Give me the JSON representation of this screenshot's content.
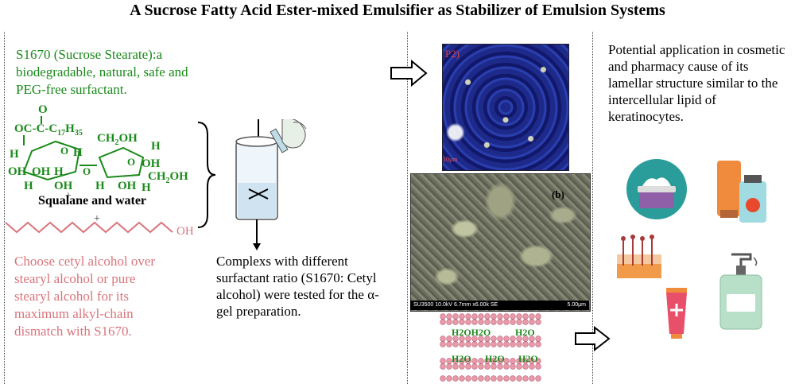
{
  "title": "A Sucrose Fatty Acid Ester-mixed Emulsifier as Stabilizer of Emulsion Systems",
  "left_panel": {
    "s1670_text": "S1670 (Sucrose Stearate):a biodegradable, natural, safe and PEG-free surfactant.",
    "structure": {
      "ester_group": "OC-C-C17H35",
      "carbonyl_o": "O",
      "labels": [
        "H",
        "OH",
        "OH",
        "H",
        "O",
        "CH2OH",
        "H",
        "OH",
        "OH",
        "CH2OH",
        "OH",
        "H",
        "H",
        "H",
        "H"
      ]
    },
    "plus1": "+",
    "squalane_text": "Squalane and water",
    "plus2": "+",
    "oh_label": "OH",
    "choose_text": "Choose cetyl alcohol over stearyl alcohol or pure stearyl alcohol for its maximum alkyl-chain dismatch with S1670."
  },
  "middle_panel": {
    "complex_text": "Complexs with different surfactant ratio (S1670: Cetyl alcohol) were tested for the α-gel  preparation."
  },
  "images_panel": {
    "p2_label": "P2)",
    "p2_scale": "10μm",
    "b_label": "(b)",
    "sem_info": "SU3500 10.0kV 6.7mm x6.00k SE",
    "sem_scale": "5.00μm",
    "water_labels": [
      "H2OH2O",
      "H2O",
      "H2O",
      "H2O",
      "H2O"
    ]
  },
  "right_panel": {
    "potential_text": "Potential application in cosmetic and pharmacy cause of its lamellar structure similar to the intercellular lipid of keratinocytes."
  },
  "colors": {
    "green": "#1a8a1a",
    "pink": "#d9757c",
    "teal": "#2a9d9a",
    "lipid_pink": "#e89aa8"
  },
  "icons": [
    "cream-jar-icon",
    "sunscreen-bottles-icon",
    "skin-layer-icon",
    "ointment-tube-icon",
    "pump-bottle-icon"
  ]
}
